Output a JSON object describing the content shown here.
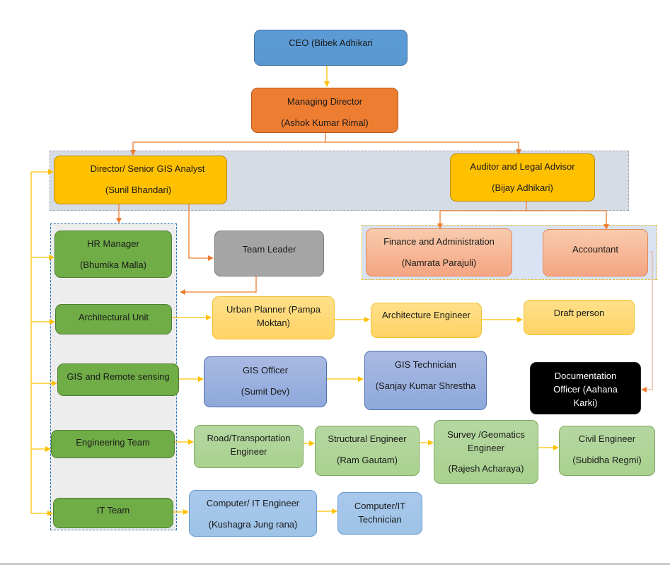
{
  "title": "Organization Chart",
  "colors": {
    "connector_yellow": "#ffc000",
    "connector_orange": "#ed7d31",
    "connector_tan": "#e6b79a"
  },
  "nodes": {
    "ceo": {
      "line1": "CEO (Bibek Adhikari",
      "line2": ""
    },
    "md": {
      "line1": "Managing Director",
      "line2": "(Ashok Kumar Rimal)"
    },
    "director": {
      "line1": "Director/ Senior GIS Analyst",
      "line2": "(Sunil Bhandari)"
    },
    "auditor": {
      "line1": "Auditor and Legal Advisor",
      "line2": "(Bijay Adhikari)"
    },
    "hr": {
      "line1": "HR Manager",
      "line2": "(Bhumika Malla)"
    },
    "team_leader": {
      "line1": "Team Leader",
      "line2": ""
    },
    "finance": {
      "line1": "Finance and Administration",
      "line2": "(Namrata Parajuli)"
    },
    "accountant": {
      "line1": "Accountant",
      "line2": ""
    },
    "arch_unit": {
      "line1": "Architectural Unit",
      "line2": ""
    },
    "urban_planner": {
      "line1": "Urban Planner (Pampa Moktan)",
      "line2": ""
    },
    "arch_engineer": {
      "line1": "Architecture Engineer",
      "line2": ""
    },
    "draft_person": {
      "line1": "Draft person",
      "line2": ""
    },
    "gis_rs": {
      "line1": "GIS and Remote sensing",
      "line2": ""
    },
    "gis_officer": {
      "line1": "GIS Officer",
      "line2": "(Sumit Dev)"
    },
    "gis_technician": {
      "line1": "GIS Technician",
      "line2": "(Sanjay Kumar Shrestha"
    },
    "doc_officer": {
      "line1": "Documentation Officer (Aahana Karki)",
      "line2": ""
    },
    "eng_team": {
      "line1": "Engineering Team",
      "line2": ""
    },
    "road_engineer": {
      "line1": "Road/Transportation Engineer",
      "line2": ""
    },
    "structural_engineer": {
      "line1": "Structural Engineer",
      "line2": "(Ram Gautam)"
    },
    "survey_engineer": {
      "line1": "Survey /Geomatics Engineer",
      "line2": "(Rajesh Acharaya)"
    },
    "civil_engineer": {
      "line1": "Civil Engineer",
      "line2": "(Subidha Regmi)"
    },
    "it_team": {
      "line1": "IT Team",
      "line2": ""
    },
    "it_engineer": {
      "line1": "Computer/ IT Engineer",
      "line2": "(Kushagra Jung rana)"
    },
    "it_technician": {
      "line1": "Computer/IT Technician",
      "line2": ""
    }
  },
  "edges": [
    {
      "from": "ceo",
      "to": "md",
      "color": "yellow"
    },
    {
      "from": "md",
      "to": "director",
      "color": "orange"
    },
    {
      "from": "md",
      "to": "auditor",
      "color": "orange"
    },
    {
      "from": "director",
      "to": "hr",
      "color": "orange"
    },
    {
      "from": "director",
      "to": "team_leader",
      "color": "orange"
    },
    {
      "from": "team_leader",
      "to": "units_group",
      "color": "orange"
    },
    {
      "from": "auditor",
      "to": "finance",
      "color": "orange"
    },
    {
      "from": "auditor",
      "to": "accountant",
      "color": "orange"
    },
    {
      "from": "accountant",
      "to": "doc_officer",
      "color": "tan"
    },
    {
      "from": "bus",
      "to": "director",
      "color": "yellow"
    },
    {
      "from": "bus",
      "to": "hr",
      "color": "yellow"
    },
    {
      "from": "bus",
      "to": "arch_unit",
      "color": "yellow"
    },
    {
      "from": "bus",
      "to": "gis_rs",
      "color": "yellow"
    },
    {
      "from": "bus",
      "to": "eng_team",
      "color": "yellow"
    },
    {
      "from": "bus",
      "to": "it_team",
      "color": "yellow"
    },
    {
      "from": "arch_unit",
      "to": "urban_planner",
      "color": "yellow"
    },
    {
      "from": "urban_planner",
      "to": "arch_engineer",
      "color": "yellow"
    },
    {
      "from": "arch_engineer",
      "to": "draft_person",
      "color": "yellow"
    },
    {
      "from": "gis_rs",
      "to": "gis_officer",
      "color": "yellow"
    },
    {
      "from": "gis_officer",
      "to": "gis_technician",
      "color": "yellow"
    },
    {
      "from": "eng_team",
      "to": "road_engineer",
      "color": "yellow"
    },
    {
      "from": "road_engineer",
      "to": "structural_engineer",
      "color": "yellow"
    },
    {
      "from": "structural_engineer",
      "to": "survey_engineer",
      "color": "yellow"
    },
    {
      "from": "survey_engineer",
      "to": "civil_engineer",
      "color": "yellow"
    },
    {
      "from": "it_team",
      "to": "it_engineer",
      "color": "yellow"
    },
    {
      "from": "it_engineer",
      "to": "it_technician",
      "color": "yellow"
    }
  ]
}
